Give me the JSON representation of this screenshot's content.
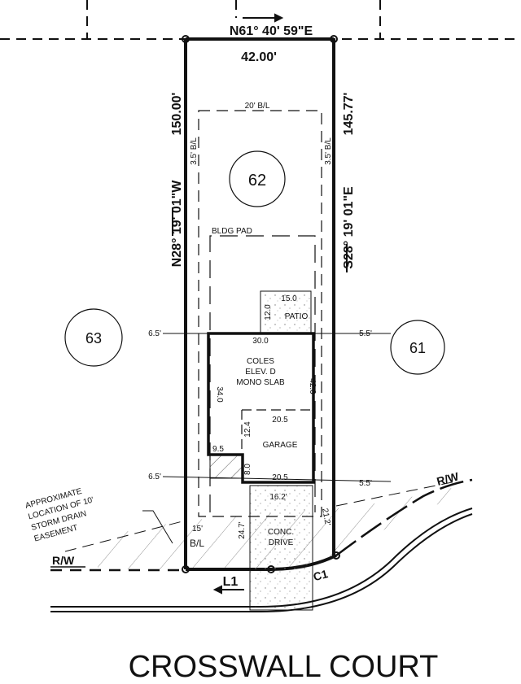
{
  "lot": {
    "number": "62",
    "north_bearing": "N61° 40' 59\"E",
    "north_distance": "42.00'",
    "west_bearing": "N28° 19' 01\"W",
    "west_distance": "150.00'",
    "east_bearing": "S28° 19' 01\"E",
    "east_distance": "145.77'",
    "front_setback": "20' B/L",
    "side_setback_left": "3.5' B/L",
    "side_setback_right": "3.5' B/L",
    "rear_setback_top": "15'",
    "rear_setback_bottom": "B/L",
    "bldg_pad": "BLDG PAD",
    "line_label": "L1",
    "curve_label": "C1"
  },
  "neighbors": {
    "left": "63",
    "right": "61"
  },
  "patio": {
    "width": "15.0",
    "depth": "12.0",
    "label": "PATIO"
  },
  "house": {
    "line1": "COLES",
    "line2": "ELEV. D",
    "line3": "MONO SLAB",
    "width": "30.0",
    "left_depth": "34.0",
    "right_depth": "42.0",
    "garage_label": "GARAGE",
    "garage_width_top": "20.5",
    "garage_depth": "12.4",
    "offset_width": "9.5",
    "offset_depth": "8.0",
    "garage_width_bottom": "20.5",
    "left_offset_top": "6.5'",
    "right_offset_top": "5.5'",
    "left_offset_bottom": "6.5'",
    "right_offset_bottom": "5.5'"
  },
  "drive": {
    "width": "16.2'",
    "left_length": "24.7'",
    "right_length": "21.2'",
    "line1": "CONC.",
    "line2": "DRIVE"
  },
  "easement": {
    "lines": [
      "APPROXIMATE",
      "LOCATION OF 10'",
      "STORM DRAIN",
      "EASEMENT"
    ]
  },
  "row": {
    "left": "R/W",
    "right": "R/W"
  },
  "street": {
    "name": "CROSSWALL COURT"
  }
}
